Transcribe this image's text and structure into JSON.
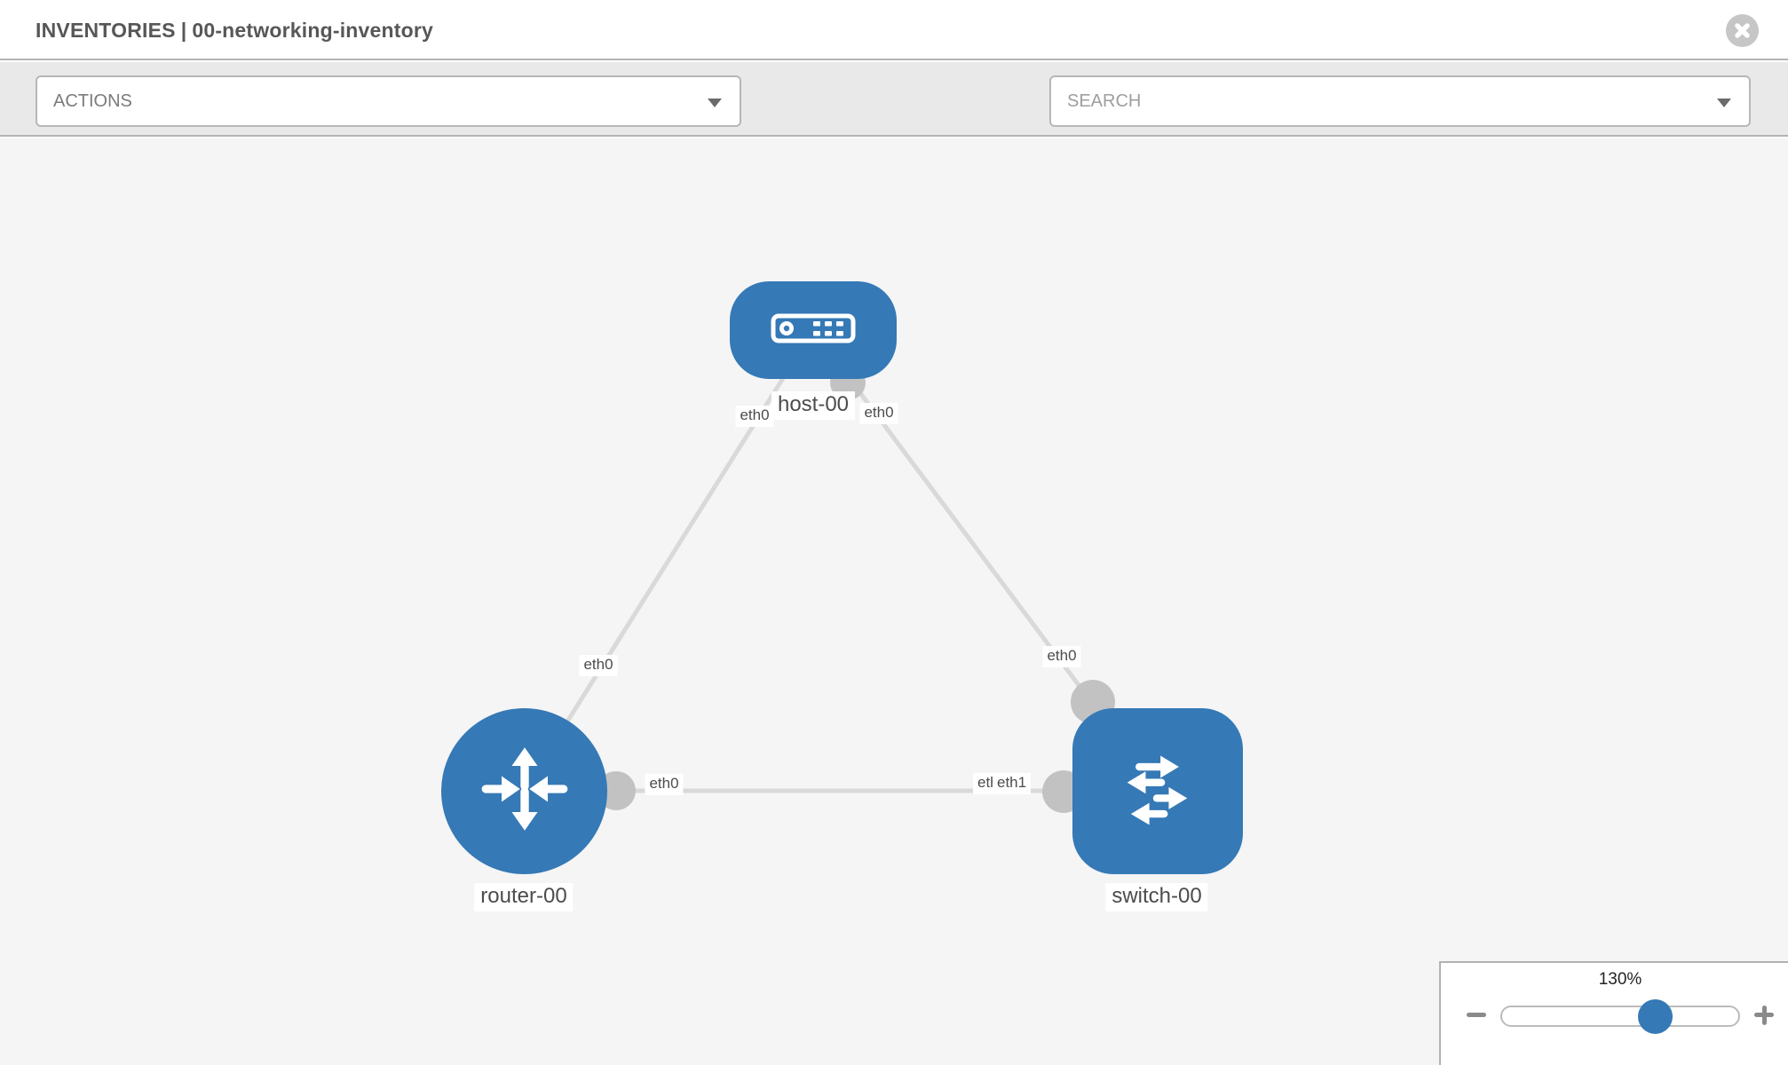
{
  "header": {
    "title_prefix": "INVENTORIES",
    "separator": "|",
    "inventory_name": "00-networking-inventory",
    "close_icon": "x-circle"
  },
  "toolbar": {
    "actions_placeholder": "ACTIONS",
    "search_placeholder": "SEARCH",
    "icons": [
      "wrench",
      "key"
    ]
  },
  "colors": {
    "node_blue": "#3579b6",
    "edge_gray": "#d9d9d9",
    "connector_gray": "#c2c2c2",
    "canvas_bg": "#f5f5f5",
    "toolbar_bg": "#e9e9e9",
    "accent_border": "#b3b3b3"
  },
  "topology": {
    "nodes": [
      {
        "id": "host-00",
        "label": "host-00",
        "type": "host",
        "shape": "rounded-rect"
      },
      {
        "id": "router-00",
        "label": "router-00",
        "type": "router",
        "shape": "circle"
      },
      {
        "id": "switch-00",
        "label": "switch-00",
        "type": "switch",
        "shape": "rounded-square"
      }
    ],
    "links": [
      {
        "from": "host-00",
        "to": "router-00",
        "from_interface": "eth0",
        "to_interface": "eth0"
      },
      {
        "from": "host-00",
        "to": "switch-00",
        "from_interface": "eth0",
        "to_interface": "eth0"
      },
      {
        "from": "router-00",
        "to": "switch-00",
        "from_interface": "eth0",
        "to_interface": "eth1"
      }
    ],
    "interface_labels": [
      "eth0",
      "eth0",
      "eth0",
      "eth0",
      "eth0",
      "eth0",
      "eth1"
    ]
  },
  "zoom_control": {
    "value": "130%",
    "minus_icon": "minus",
    "plus_icon": "plus"
  }
}
